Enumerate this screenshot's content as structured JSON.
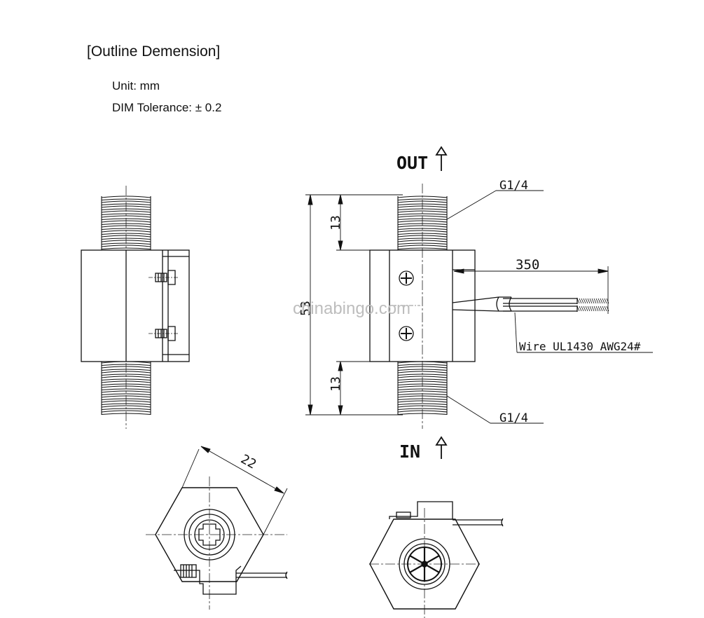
{
  "header": {
    "title": "[Outline Demension]",
    "unit": "Unit:  mm",
    "tolerance": "DIM Tolerance: ± 0.2"
  },
  "labels": {
    "out": "OUT",
    "in": "IN",
    "thread_top": "G1/4",
    "thread_bottom": "G1/4",
    "wire_length": "350",
    "wire_spec": "Wire UL1430 AWG24#",
    "thread_len_top": "13",
    "thread_len_bottom": "13",
    "total_length": "53",
    "hex_across_flats": "22"
  },
  "watermark": "chinabingo.com",
  "colors": {
    "line": "#111111",
    "center": "#222222",
    "watermark": "#bdbdbd"
  }
}
